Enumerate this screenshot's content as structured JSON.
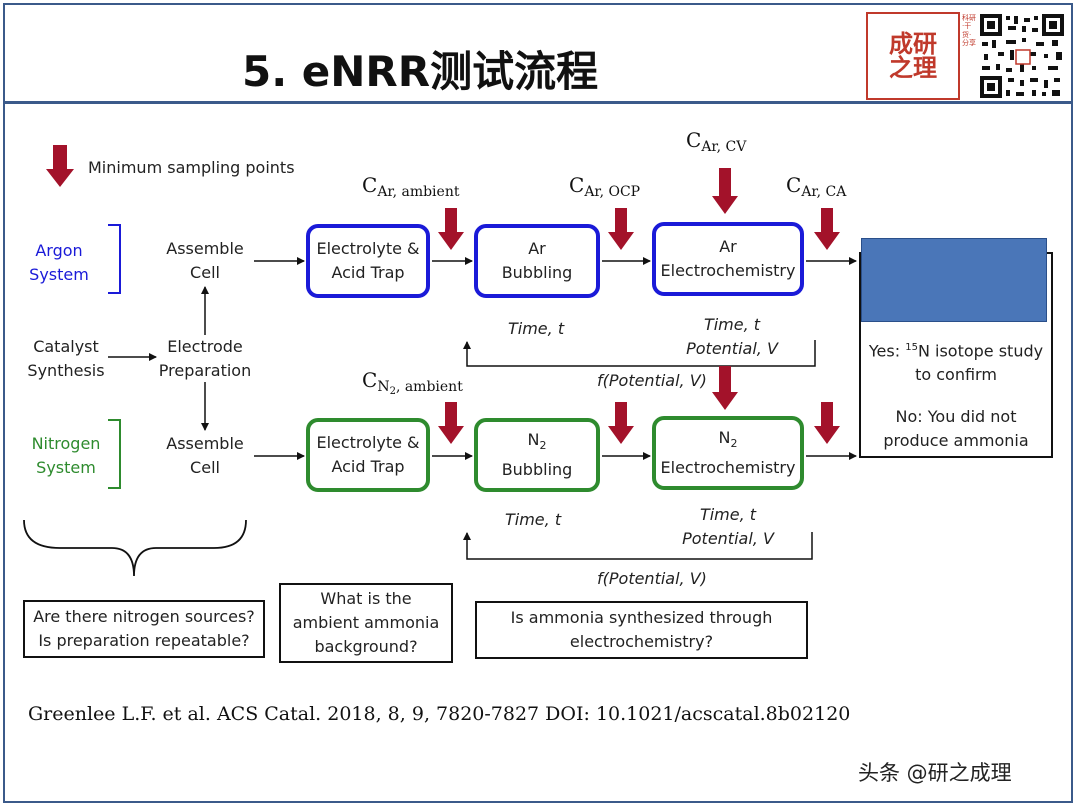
{
  "header": {
    "title": "5. eNRR测试流程",
    "logo_text": "成研之理",
    "logo_tagline": "科研·干货·分享"
  },
  "legend": {
    "label": "Minimum sampling points"
  },
  "systems": {
    "argon": {
      "label_line1": "Argon",
      "label_line2": "System",
      "color": "#1a1ad8"
    },
    "nitrogen": {
      "label_line1": "Nitrogen",
      "label_line2": "System",
      "color": "#2e8b2e"
    }
  },
  "prep": {
    "catalyst_line1": "Catalyst",
    "catalyst_line2": "Synthesis",
    "electrode_line1": "Electrode",
    "electrode_line2": "Preparation",
    "assemble_line1": "Assemble",
    "assemble_line2": "Cell"
  },
  "argon_row": {
    "box1_line1": "Electrolyte &",
    "box1_line2": "Acid Trap",
    "box2_line1": "Ar",
    "box2_line2": "Bubbling",
    "box3_line1": "Ar",
    "box3_line2": "Electrochemistry",
    "c_ambient_main": "C",
    "c_ambient_sub": "Ar, ambient",
    "c_ocp_main": "C",
    "c_ocp_sub": "Ar, OCP",
    "c_cv_main": "C",
    "c_cv_sub": "Ar, CV",
    "c_ca_main": "C",
    "c_ca_sub": "Ar, CA",
    "time": "Time, t",
    "time2": "Time, t",
    "potential": "Potential, V",
    "feedback": "f(Potential, V)"
  },
  "nitrogen_row": {
    "box1_line1": "Electrolyte &",
    "box1_line2": "Acid Trap",
    "box2_line1": "N",
    "box2_sub": "2",
    "box2_line2": "Bubbling",
    "box3_line1": "N",
    "box3_sub": "2",
    "box3_line2": "Electrochemistry",
    "c_ambient_main": "C",
    "c_ambient_sub1": "N",
    "c_ambient_sub2": "2",
    "c_ambient_sub3": ", ambient",
    "time": "Time, t",
    "time2": "Time, t",
    "potential": "Potential, V",
    "feedback": "f(Potential, V)"
  },
  "result": {
    "yes_prefix": "Yes: ",
    "yes_sup": "15",
    "yes_rest": "N isotope study",
    "yes_line2": "to confirm",
    "no_line1": "No: You did not",
    "no_line2": "produce ammonia",
    "fill_color": "#4a76b8"
  },
  "questions": {
    "q1_line1": "Are there nitrogen sources?",
    "q1_line2": "Is preparation repeatable?",
    "q2_line1": "What is the",
    "q2_line2": "ambient ammonia",
    "q2_line3": "background?",
    "q3_line1": "Is ammonia synthesized through",
    "q3_line2": "electrochemistry?"
  },
  "citation": "Greenlee L.F. et al. ACS Catal. 2018, 8, 9, 7820-7827  DOI: 10.1021/acscatal.8b02120",
  "watermark": "头条 @研之成理",
  "colors": {
    "arrow_red": "#a3122a",
    "frame_blue": "#3b5a8a"
  }
}
